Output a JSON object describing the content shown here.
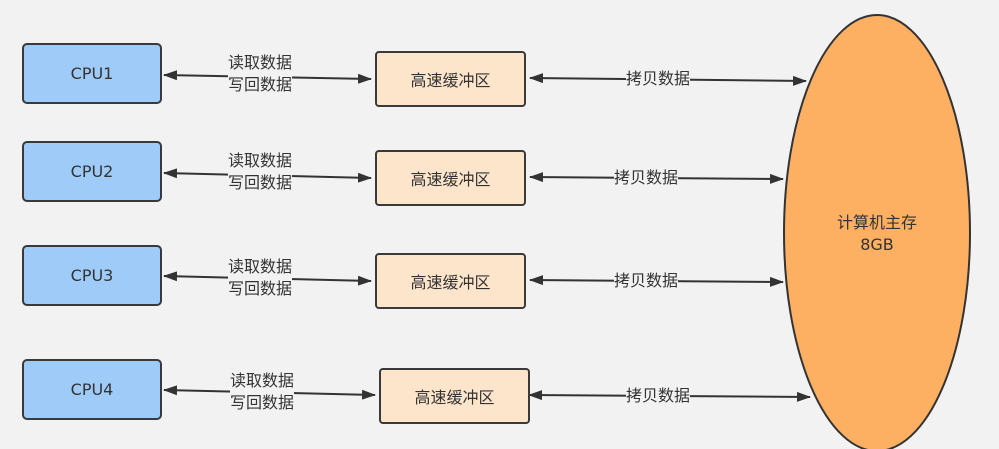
{
  "colors": {
    "background": "#f2f2f2",
    "cpu_fill": "#9ecbf7",
    "cache_fill": "#fde5cc",
    "memory_fill": "#fdaf62",
    "stroke": "#333333"
  },
  "rows": [
    {
      "cpu": "CPU1",
      "rw_read": "读取数据",
      "rw_write": "写回数据",
      "cache": "高速缓冲区",
      "copy": "拷贝数据"
    },
    {
      "cpu": "CPU2",
      "rw_read": "读取数据",
      "rw_write": "写回数据",
      "cache": "高速缓冲区",
      "copy": "拷贝数据"
    },
    {
      "cpu": "CPU3",
      "rw_read": "读取数据",
      "rw_write": "写回数据",
      "cache": "高速缓冲区",
      "copy": "拷贝数据"
    },
    {
      "cpu": "CPU4",
      "rw_read": "读取数据",
      "rw_write": "写回数据",
      "cache": "高速缓冲区",
      "copy": "拷贝数据"
    }
  ],
  "memory": {
    "label": "计算机主存",
    "size": "8GB"
  }
}
